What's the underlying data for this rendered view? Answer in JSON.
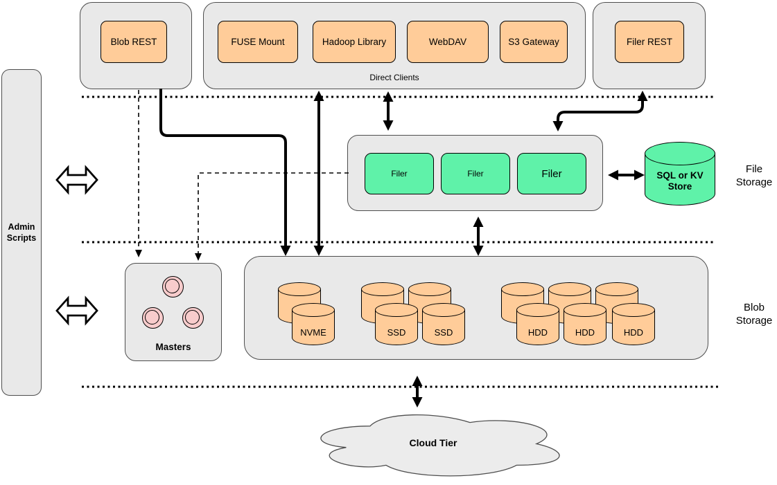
{
  "top_row": {
    "blob_rest_label": "Blob REST",
    "direct_clients": {
      "group_label": "Direct Clients",
      "clients": [
        "FUSE Mount",
        "Hadoop Library",
        "WebDAV",
        "S3 Gateway"
      ]
    },
    "filer_rest_label": "Filer REST"
  },
  "admin_scripts_label": "Admin Scripts",
  "file_storage_tier": {
    "tier_label": "File Storage",
    "filers": [
      "Filer",
      "Filer",
      "Filer"
    ],
    "metadata_store_label": "SQL or KV Store"
  },
  "blob_storage_tier": {
    "tier_label": "Blob Storage",
    "masters_label": "Masters",
    "volume_labels": {
      "nvme": "NVME",
      "ssd1": "SSD",
      "ssd2": "SSD",
      "hdd1": "HDD",
      "hdd2": "HDD",
      "hdd3": "HDD"
    }
  },
  "cloud_tier_label": "Cloud Tier",
  "colors": {
    "client_box_fill": "#FFCC99",
    "filer_box_fill": "#5FF2A9",
    "store_cylinder_fill": "#5FF2A9",
    "container_fill": "#E9E9E9",
    "masters_circle_fill": "#F8CCCC",
    "cloud_fill": "#ECECEC",
    "connector_color": "#000000"
  }
}
